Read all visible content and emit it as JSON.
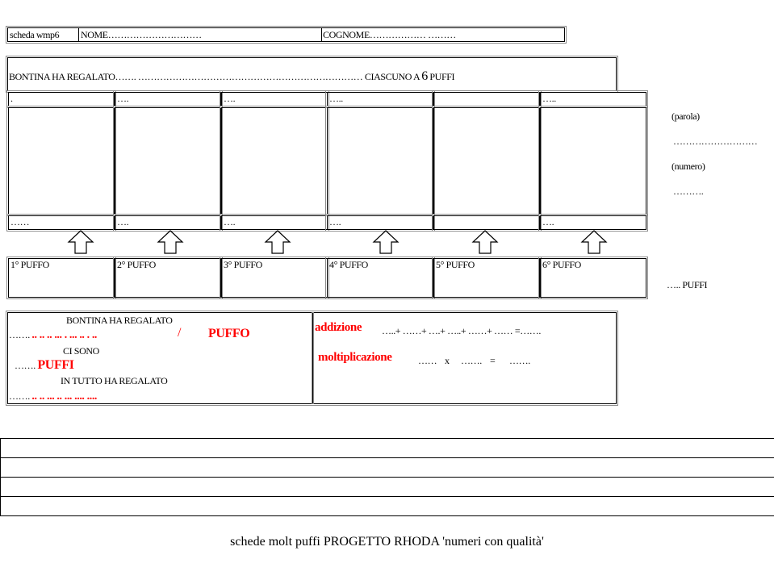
{
  "header": {
    "scheda": "scheda wmp6",
    "nome": "NOME…………………………",
    "cognome": "COGNOME……………… ………"
  },
  "problem": {
    "text_before": "BONTINA HA REGALATO……. ……………………………………………………………… CIASCUNO A ",
    "number": "6",
    "text_after": " PUFFI"
  },
  "grid": {
    "top_labels": [
      ". ",
      "….",
      "….",
      "…..",
      "",
      "….."
    ],
    "bottom_labels": [
      "……",
      "….",
      "….",
      "….",
      "",
      "…."
    ]
  },
  "side": {
    "parola_label": "(parola)",
    "parola_dots": "………………………",
    "numero_label": "(numero)",
    "numero_dots": "……….",
    "puffi_text": "….. PUFFI"
  },
  "puffi_row": [
    "1° PUFFO",
    "2° PUFFO",
    "3° PUFFO",
    "4° PUFFO",
    "5° PUFFO",
    "6° PUFFO"
  ],
  "summary_left": {
    "line1": "BONTINA HA REGALATO",
    "line2_dots": "…….",
    "line2_red_dots": ".. .. .. ... . ... .. . ..",
    "slash": "/",
    "puffo": "PUFFO",
    "line3": "CI SONO",
    "line4_dots": "…….",
    "puffi": "PUFFI",
    "line5": "IN TUTTO HA REGALATO",
    "line6_dots": "…….",
    "line6_red_dots": ".. .. ... .. ... .... ...."
  },
  "summary_right": {
    "addizione_label": "addizione",
    "addizione_expr": "…..+ ……+ ….+ …..+ ……+ …… =…….",
    "moltiplicazione_label": "moltiplicazione",
    "molt_a": "……",
    "molt_x": "x",
    "molt_b": "…….",
    "molt_eq": "=",
    "molt_c": "……."
  },
  "footer": "schede molt puffi PROGETTO RHODA 'numeri con qualità'"
}
